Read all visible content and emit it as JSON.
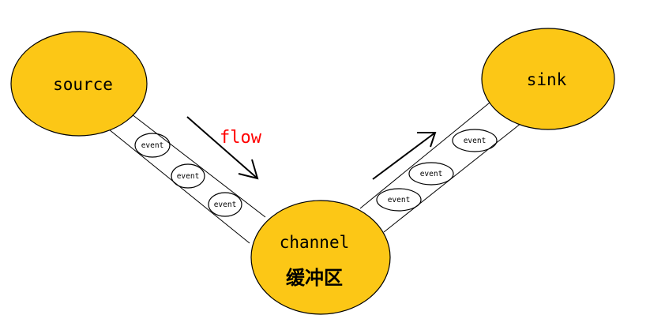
{
  "colors": {
    "node_fill": "#FCC716",
    "stroke": "#000000",
    "flow_text": "#FF0000"
  },
  "nodes": {
    "source": {
      "label": "source"
    },
    "channel": {
      "label": "channel",
      "sublabel": "缓冲区"
    },
    "sink": {
      "label": "sink"
    }
  },
  "flow_label": "flow",
  "events": {
    "left": [
      "event",
      "event",
      "event"
    ],
    "right": [
      "event",
      "event",
      "event"
    ]
  }
}
